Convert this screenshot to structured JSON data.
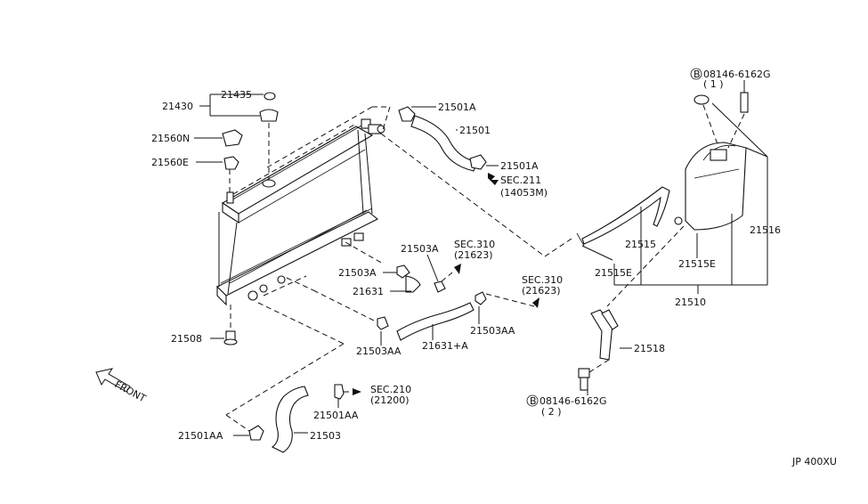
{
  "labels": {
    "p21435": "21435",
    "p21430": "21430",
    "p21560N": "21560N",
    "p21560E": "21560E",
    "p21508": "21508",
    "p21501A_top": "21501A",
    "p21501": "21501",
    "p21501A_bot": "21501A",
    "sec211": "SEC.211",
    "sec211_ref": "(14053M)",
    "p21503A_upper": "21503A",
    "sec310_a": "SEC.310",
    "sec310_a_ref": "(21623)",
    "p21503A_lower": "21503A",
    "p21631": "21631",
    "sec310_b": "SEC.310",
    "sec310_b_ref": "(21623)",
    "p21503AA_right": "21503AA",
    "p21631A": "21631+A",
    "p21503AA_left": "21503AA",
    "sec210": "SEC.210",
    "sec210_ref": "(21200)",
    "p21501AA_right": "21501AA",
    "p21501AA_left": "21501AA",
    "p21503": "21503",
    "front": "FRONT",
    "bolt_top": "08146-6162G",
    "bolt_top_qty": "( 1 )",
    "bolt_bot": "08146-6162G",
    "bolt_bot_qty": "( 2 )",
    "bolt_symbol": "B",
    "p21515": "21515",
    "p21515E_left": "21515E",
    "p21515E_right": "21515E",
    "p21516": "21516",
    "p21510": "21510",
    "p21518": "21518",
    "diagram_code": "JP 400XU"
  }
}
